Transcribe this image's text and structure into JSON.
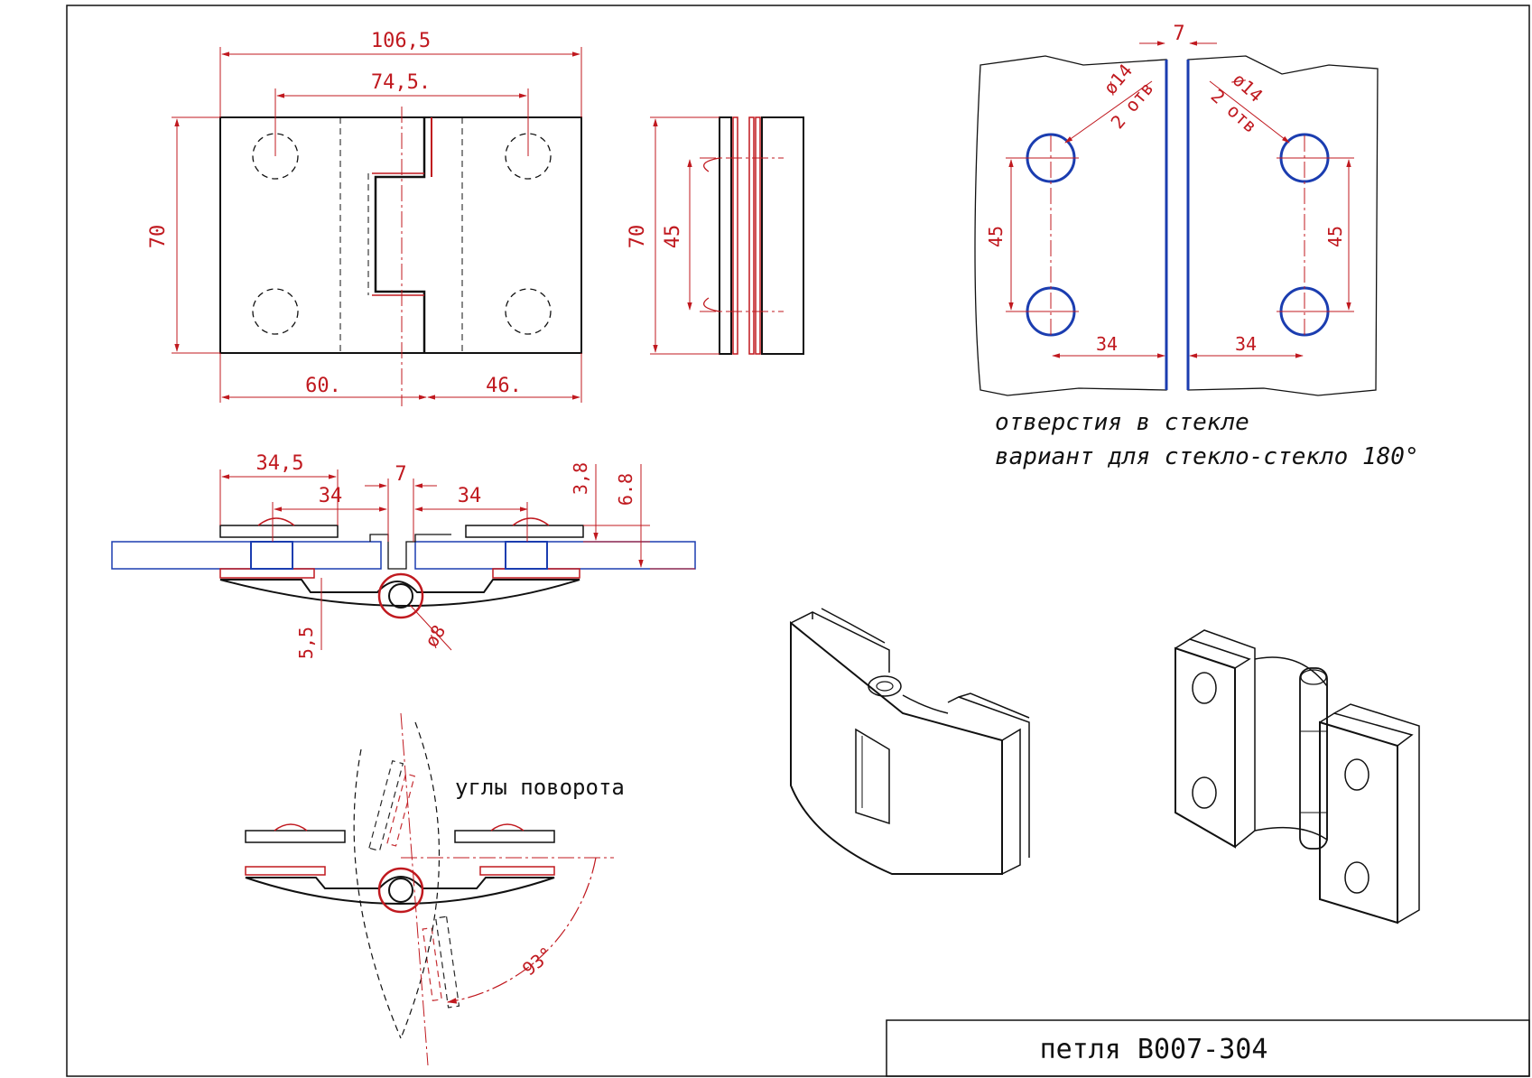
{
  "colors": {
    "dimension": "#c0191f",
    "outline": "#111111",
    "glass_edge": "#1b3db0",
    "glass_hatch": "#9fc3e8"
  },
  "front_view": {
    "dim_total_width": "106,5",
    "dim_hole_spacing": "74,5.",
    "dim_height": "70",
    "dim_left_part": "60.",
    "dim_right_part": "46."
  },
  "side_view": {
    "dim_height": "70",
    "dim_hole_spacing": "45"
  },
  "glass_holes_view": {
    "dim_gap": "7",
    "hole_diameter_left": "ø14",
    "hole_count_left": "2 отв",
    "hole_diameter_right": "ø14",
    "hole_count_right": "2 отв",
    "dim_vertical_left": "45",
    "dim_vertical_right": "45",
    "dim_edge_left": "34",
    "dim_edge_right": "34",
    "caption_line1": "отверстия в стекле",
    "caption_line2": "вариант для стекло-стекло 180°"
  },
  "section_view": {
    "dim_plate": "34,5",
    "dim_left_hole": "34",
    "dim_gap": "7",
    "dim_right_hole": "34",
    "dim_plate_thickness": "3,8",
    "dim_glass_thickness": "6.8",
    "dim_offset": "5,5",
    "dim_pin": "ø8"
  },
  "rotation_view": {
    "caption": "углы поворота",
    "dim_angle": "93°"
  },
  "title_block": {
    "title": "петля B007-304"
  }
}
